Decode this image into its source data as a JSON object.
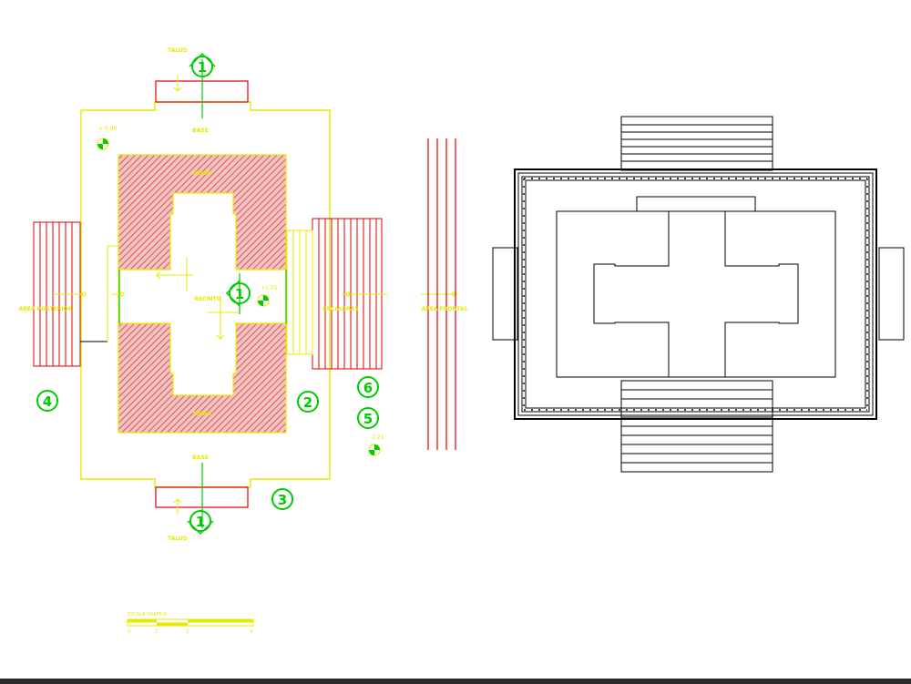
{
  "colors": {
    "background": "#ffffff",
    "cad_yellow": "#e8e800",
    "cad_red": "#e00000",
    "cad_green": "#00cc00",
    "hatch_fill": "#e58a8a",
    "elevation_line": "#000000"
  },
  "plan": {
    "labels": {
      "talud_top": "TALUD",
      "talud_bottom": "TALUD",
      "base_top": "BASE",
      "base_bottom": "BASE",
      "muro_top": "MURO",
      "muro_bottom": "MURO",
      "recinto": "RECINTO",
      "left_area": "AREA POSTERIOR",
      "right_area": "ESCALERAS",
      "far_area": "AREA FRONTAL"
    },
    "levels": {
      "upper": "+ 0.00",
      "center": "+1.25",
      "lower": "- 2.21"
    },
    "markers": {
      "top": "1",
      "bottom": "1",
      "center": "1",
      "m2": "2",
      "m3": "3",
      "m4": "4",
      "m5": "5",
      "m6": "6"
    },
    "scale": {
      "title": "ESCALA GRAFICA",
      "ticks": [
        "0",
        "1",
        "2",
        "4"
      ]
    }
  }
}
